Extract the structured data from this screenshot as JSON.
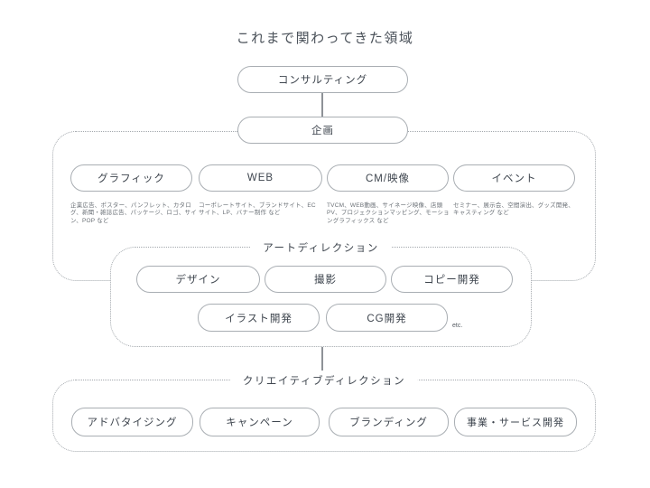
{
  "title": "これまで関わってきた領域",
  "colors": {
    "box_border": "#a9aeb3",
    "dashed_border": "#a3a8ad",
    "text": "#3e454e",
    "muted_text": "#6b7177",
    "background": "#ffffff"
  },
  "top": {
    "consulting": "コンサルティング",
    "planning": "企画"
  },
  "categories": [
    {
      "label": "グラフィック",
      "description": "企業広告、ポスター、パンフレット、カタログ、新聞・雑誌広告、パッケージ、ロゴ、サイン、POP など"
    },
    {
      "label": "WEB",
      "description": "コーポレートサイト、ブランドサイト、EC サイト、LP、バナー制作 など"
    },
    {
      "label": "CM/映像",
      "description": "TVCM、WEB動画、サイネージ映像、店頭PV、プロジェクションマッピング、モーショングラフィックス など"
    },
    {
      "label": "イベント",
      "description": "セミナー、展示会、空間演出、グッズ開発、キャスティング など"
    }
  ],
  "art_direction": {
    "label": "アートディレクション",
    "row1": [
      "デザイン",
      "撮影",
      "コピー開発"
    ],
    "row2": [
      "イラスト開発",
      "CG開発"
    ],
    "etc": "etc."
  },
  "creative_direction": {
    "label": "クリエイティブディレクション",
    "items": [
      "アドバタイジング",
      "キャンペーン",
      "ブランディング",
      "事業・サービス開発"
    ]
  }
}
